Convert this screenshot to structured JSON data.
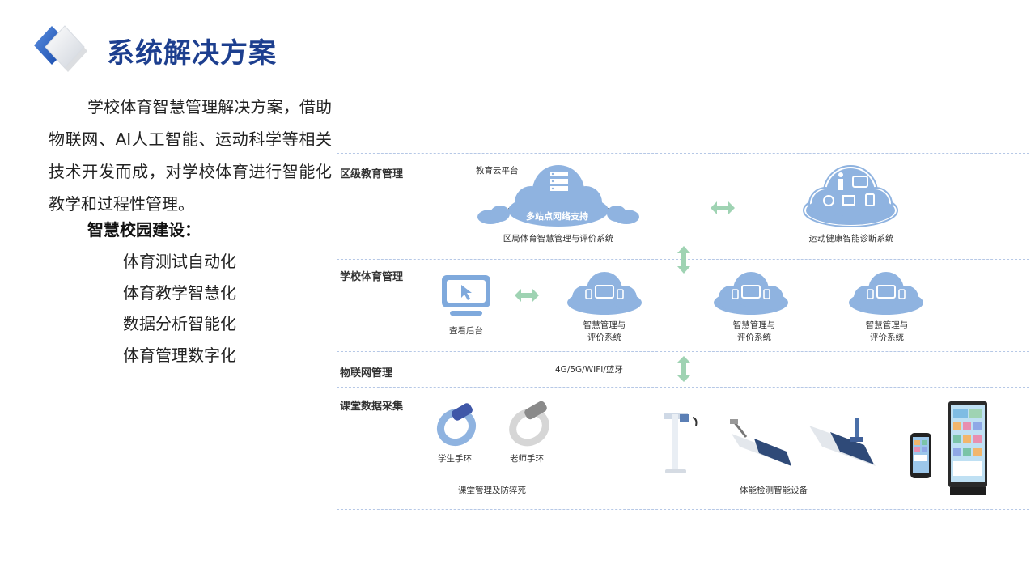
{
  "page_title": "系统解决方案",
  "intro": "学校体育智慧管理解决方案，借助物联网、AI人工智能、运动科学等相关技术开发而成，对学校体育进行智能化教学和过程性管理。",
  "sub_title": "智慧校园建设：",
  "features": [
    "体育测试自动化",
    "体育教学智慧化",
    "数据分析智能化",
    "体育管理数字化"
  ],
  "diagram": {
    "rows": {
      "district": "区级教育管理",
      "school": "学校体育管理",
      "iot": "物联网管理",
      "classroom": "课堂数据采集"
    },
    "district": {
      "cloud_platform": "教育云平台",
      "network_support": "多站点网络支持",
      "district_system": "区局体育智慧管理与评价系统",
      "diagnosis_system": "运动健康智能诊断系统"
    },
    "school": {
      "backend": "查看后台",
      "systems": [
        "智慧管理与\n评价系统",
        "智慧管理与\n评价系统",
        "智慧管理与\n评价系统"
      ]
    },
    "iot": {
      "connectivity": "4G/5G/WIFI/蓝牙"
    },
    "classroom": {
      "student_band": "学生手环",
      "teacher_band": "老师手环",
      "class_mgmt": "课堂管理及防猝死",
      "fitness_devices": "体能检测智能设备"
    }
  },
  "colors": {
    "title_blue": "#1d3f8f",
    "cloud_blue": "#8fb3e0",
    "arrow_green": "#9fd3b3",
    "separator": "#b6c8e6"
  }
}
